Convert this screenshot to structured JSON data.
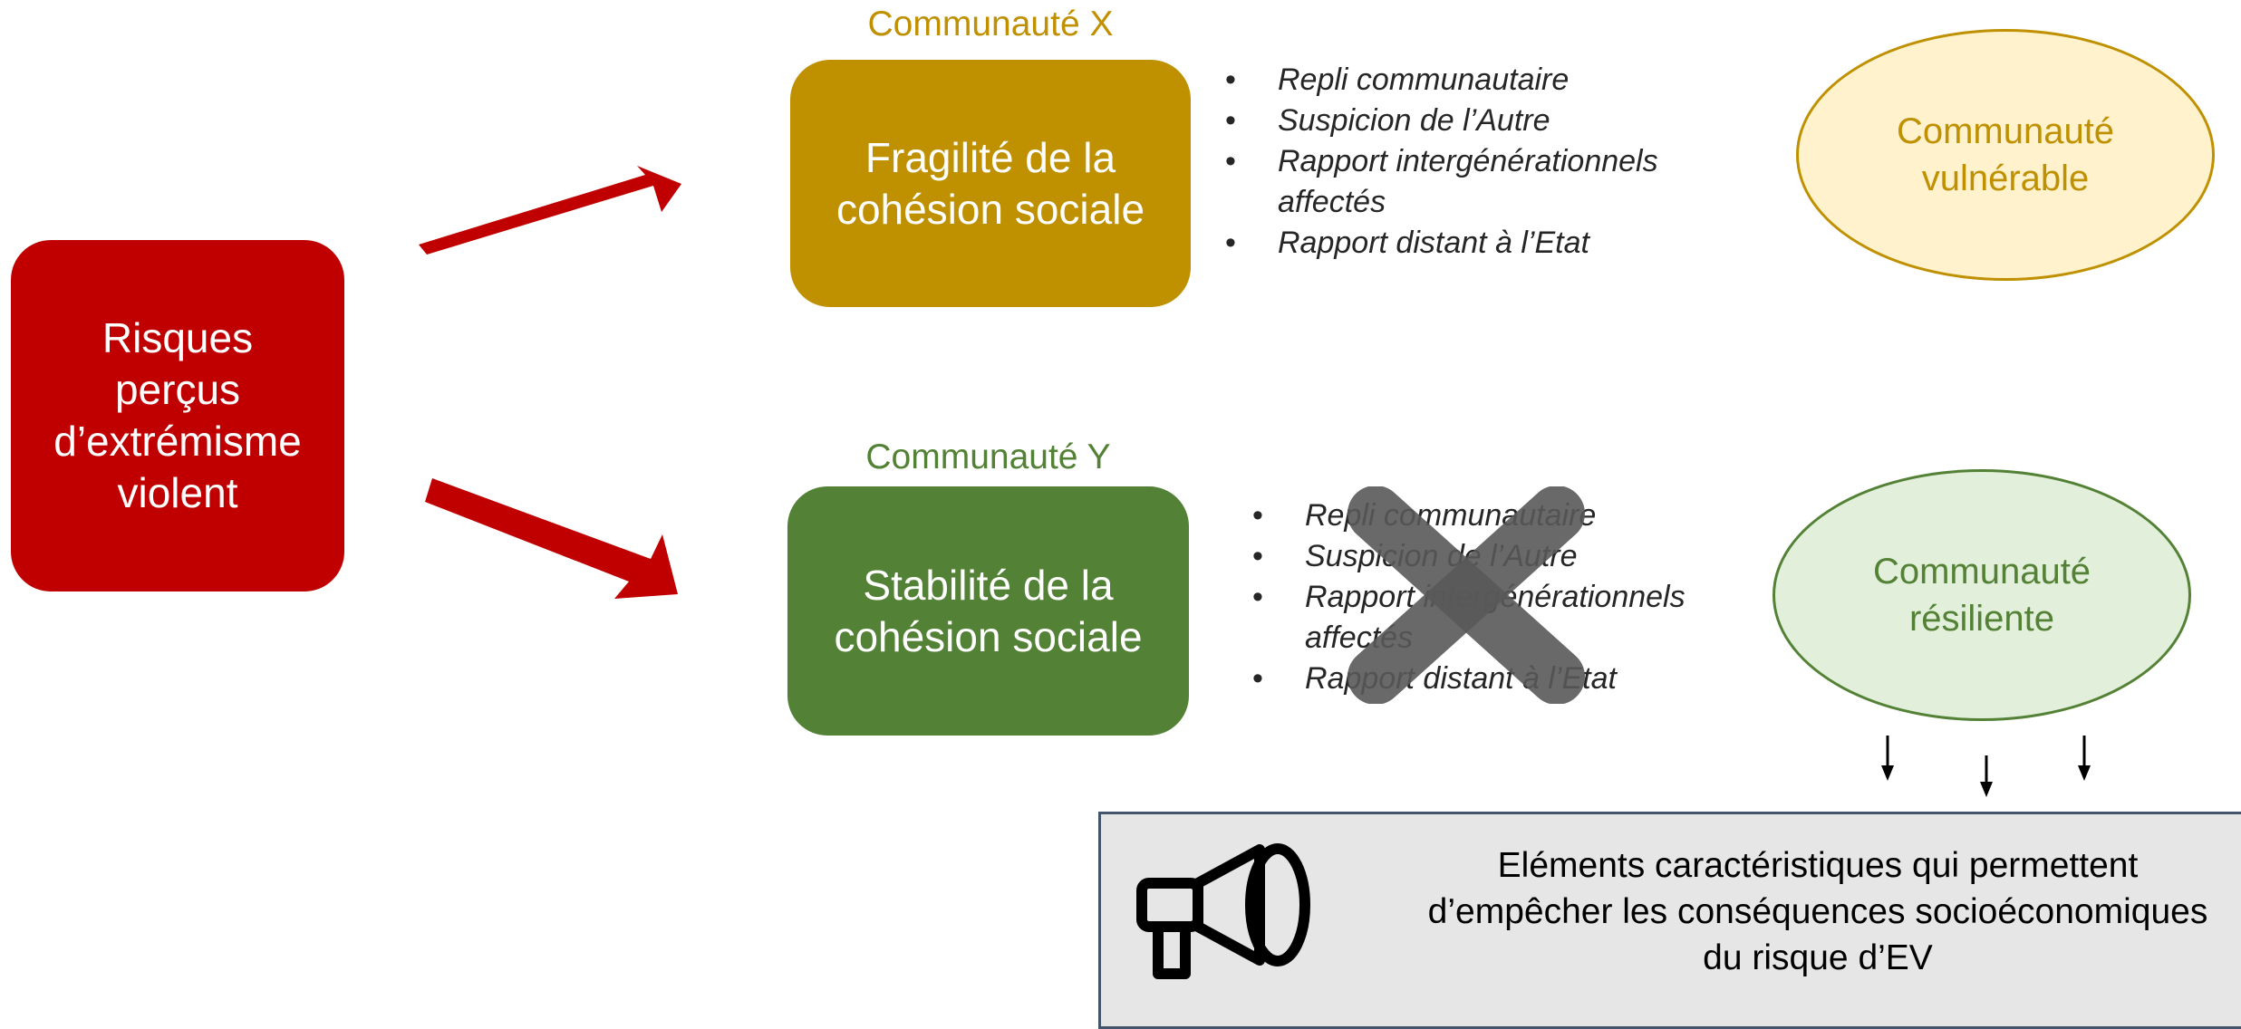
{
  "risk_box": {
    "label": "Risques\nperçus\nd’extrémisme\nviolent"
  },
  "community_x": {
    "title": "Communauté X",
    "box_label": "Fragilité de la\ncohésion sociale",
    "bullets": [
      "Repli communautaire",
      "Suspicion de l’Autre",
      "Rapport intergénérationnels affectés",
      "Rapport distant à l’Etat"
    ],
    "outcome": "Communauté\nvulnérable"
  },
  "community_y": {
    "title": "Communauté Y",
    "box_label": "Stabilité de la\ncohésion sociale",
    "bullets": [
      "Repli communautaire",
      "Suspicion de l’Autre",
      "Rapport intergénérationnels affectés",
      "Rapport distant à l’Etat"
    ],
    "outcome": "Communauté\nrésiliente"
  },
  "bottom_panel": {
    "text": "Eléments caractéristiques qui permettent\nd’empêcher les conséquences socioéconomiques\ndu risque d’EV"
  },
  "colors": {
    "risk": "#c00000",
    "fragility": "#bf9000",
    "stability": "#538135",
    "cross": "#595959"
  },
  "icons": {
    "crossed_out": "cross-icon",
    "megaphone": "megaphone-icon"
  }
}
